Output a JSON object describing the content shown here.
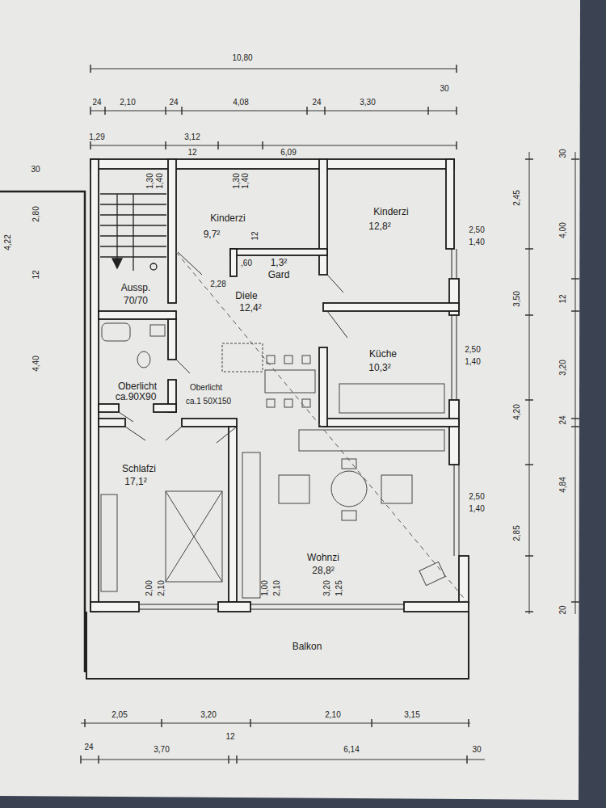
{
  "diagram": {
    "nodes": [
      {
        "text": [
          "Kinderzi",
          "9,7²"
        ]
      },
      {
        "text": [
          "Kinderzi",
          "12,8²"
        ]
      },
      {
        "text": [
          "1,3²",
          "Gard"
        ]
      },
      {
        "text": [
          "Aussp.",
          "70/70"
        ]
      },
      {
        "text": [
          "Diele",
          "12,4²"
        ]
      },
      {
        "text": [
          "Oberlicht",
          "ca.90X90"
        ]
      },
      {
        "text": [
          "Küche",
          "10,3²"
        ]
      },
      {
        "text": [
          "Schlafzi",
          "17,1²"
        ]
      },
      {
        "text": [
          "Wohnzi",
          "28,8²"
        ]
      },
      {
        "text": [
          "Balkon"
        ]
      }
    ],
    "labels": [
      "10,80",
      "24",
      "2,10",
      "24",
      "4,08",
      "24",
      "3,30",
      "30",
      "1,29",
      "3,12",
      "12",
      "6,09",
      "1,30",
      "1,40",
      "1,30",
      "1,40",
      "30",
      "4,22",
      "2,80",
      "12",
      "4,40",
      "12",
      ",60",
      "2,28",
      "Oberlicht",
      "ca.1 50X150",
      "30",
      "2,45",
      "4,00",
      "2,50",
      "1,40",
      "3,50",
      "12",
      "2,50",
      "1,40",
      "3,20",
      "4,20",
      "24",
      "2,50",
      "1,40",
      "4,84",
      "2,85",
      "20",
      "2,00",
      "2,10",
      "1,00",
      "2,10",
      "3,20",
      "1,25",
      "2,05",
      "3,20",
      "2,10",
      "3,15",
      "24",
      "3,70",
      "12",
      "6,14",
      "30"
    ]
  }
}
